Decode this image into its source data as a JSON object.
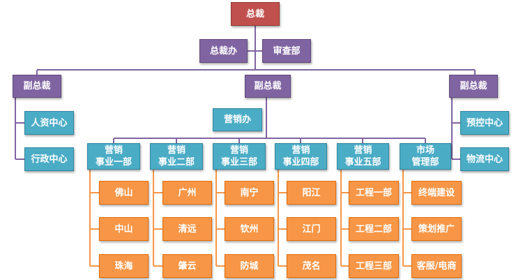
{
  "ceo": "总裁",
  "ceo_office": "总裁办",
  "audit_dept": "审查部",
  "vp_left": "副总裁",
  "vp_center": "副总裁",
  "vp_right": "副总裁",
  "left_depts": [
    "人资中心",
    "行政中心"
  ],
  "right_depts": [
    "预控中心",
    "物流中心"
  ],
  "marketing_office": "营销办",
  "divisions": [
    {
      "name": "营销\n事业一部",
      "units": [
        "佛山",
        "中山",
        "珠海"
      ]
    },
    {
      "name": "营销\n事业二部",
      "units": [
        "广州",
        "清远",
        "肇云"
      ]
    },
    {
      "name": "营销\n事业三部",
      "units": [
        "南宁",
        "钦州",
        "防城"
      ]
    },
    {
      "name": "营销\n事业四部",
      "units": [
        "阳江",
        "江门",
        "茂名"
      ]
    },
    {
      "name": "营销\n事业五部",
      "units": [
        "工程一部",
        "工程二部",
        "工程三部"
      ]
    },
    {
      "name": "市场\n管理部",
      "units": [
        "终端建设",
        "策划推广",
        "客服/电商"
      ]
    }
  ],
  "colors": {
    "top": "#c0504d",
    "management": "#8064a2",
    "department": "#4bacc6",
    "unit": "#f79646",
    "connector": "#8064a2"
  }
}
